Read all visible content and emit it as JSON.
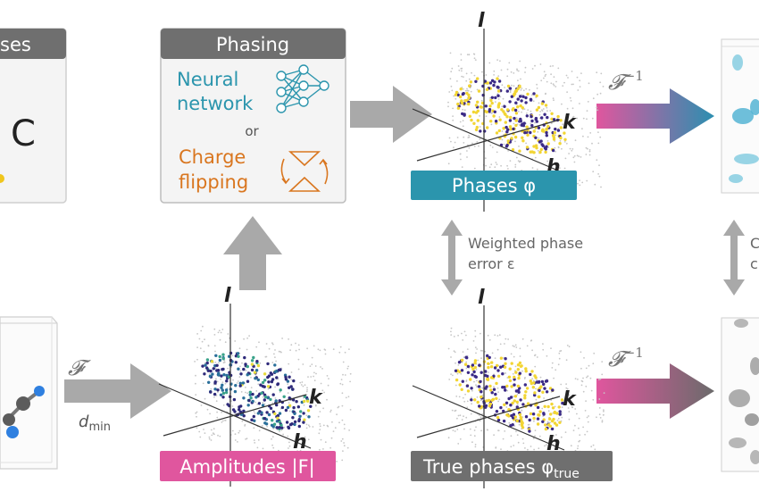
{
  "left_panel": {
    "header_partial": "ses",
    "letter": "C"
  },
  "phasing": {
    "header": "Phasing",
    "nn_line1": "Neural",
    "nn_line2": "network",
    "or": "or",
    "cf_line1": "Charge",
    "cf_line2": "flipping"
  },
  "labels": {
    "phases": "Phases φ",
    "amplitudes": "Amplitudes |F|",
    "true_phases_main": "True phases φ",
    "true_phases_sub": "true"
  },
  "axes": {
    "l": "l",
    "k": "k",
    "h": "h"
  },
  "arrows": {
    "fourier": "𝓕",
    "inverse_exp": "−1",
    "dmin": "d",
    "dmin_sub": "min"
  },
  "error": {
    "line1": "Weighted phase",
    "line2": "error ε"
  },
  "right_partial": {
    "line1": "C",
    "line2": "c"
  },
  "colors": {
    "teal": "#2b95ad",
    "orange": "#d9761f",
    "pink": "#e0569e",
    "header_gray": "#6f6f6f",
    "arrow_gray": "#a9a9a9",
    "yellow": "#f2d534",
    "purple": "#3b2a86"
  }
}
